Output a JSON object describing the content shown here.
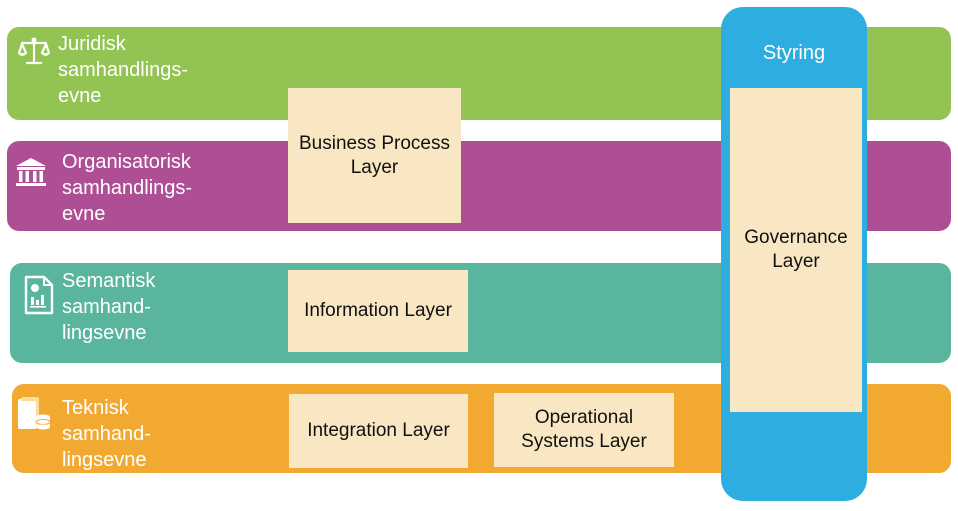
{
  "bands": [
    {
      "lines": [
        "Juridisk",
        "samhandlings-",
        "evne"
      ],
      "color": "#92c353",
      "icon": "scales-icon"
    },
    {
      "lines": [
        "Organisatorisk",
        "samhandlings-",
        "evne"
      ],
      "color": "#ae4f96",
      "icon": "building-icon"
    },
    {
      "lines": [
        "Semantisk",
        "samhand-",
        "lingsevne"
      ],
      "color": "#5ab59e",
      "icon": "document-chart-icon"
    },
    {
      "lines": [
        "Teknisk",
        "samhand-",
        "lingsevne"
      ],
      "color": "#f2a932",
      "icon": "server-icon"
    }
  ],
  "governance": {
    "title": "Styring",
    "layer": [
      "Governance",
      "Layer"
    ],
    "color": "#2eaee0"
  },
  "layers": {
    "business_process": [
      "Business Process",
      "Layer"
    ],
    "information": [
      "Information Layer"
    ],
    "integration": [
      "Integration Layer"
    ],
    "operational": [
      "Operational",
      "Systems Layer"
    ]
  }
}
